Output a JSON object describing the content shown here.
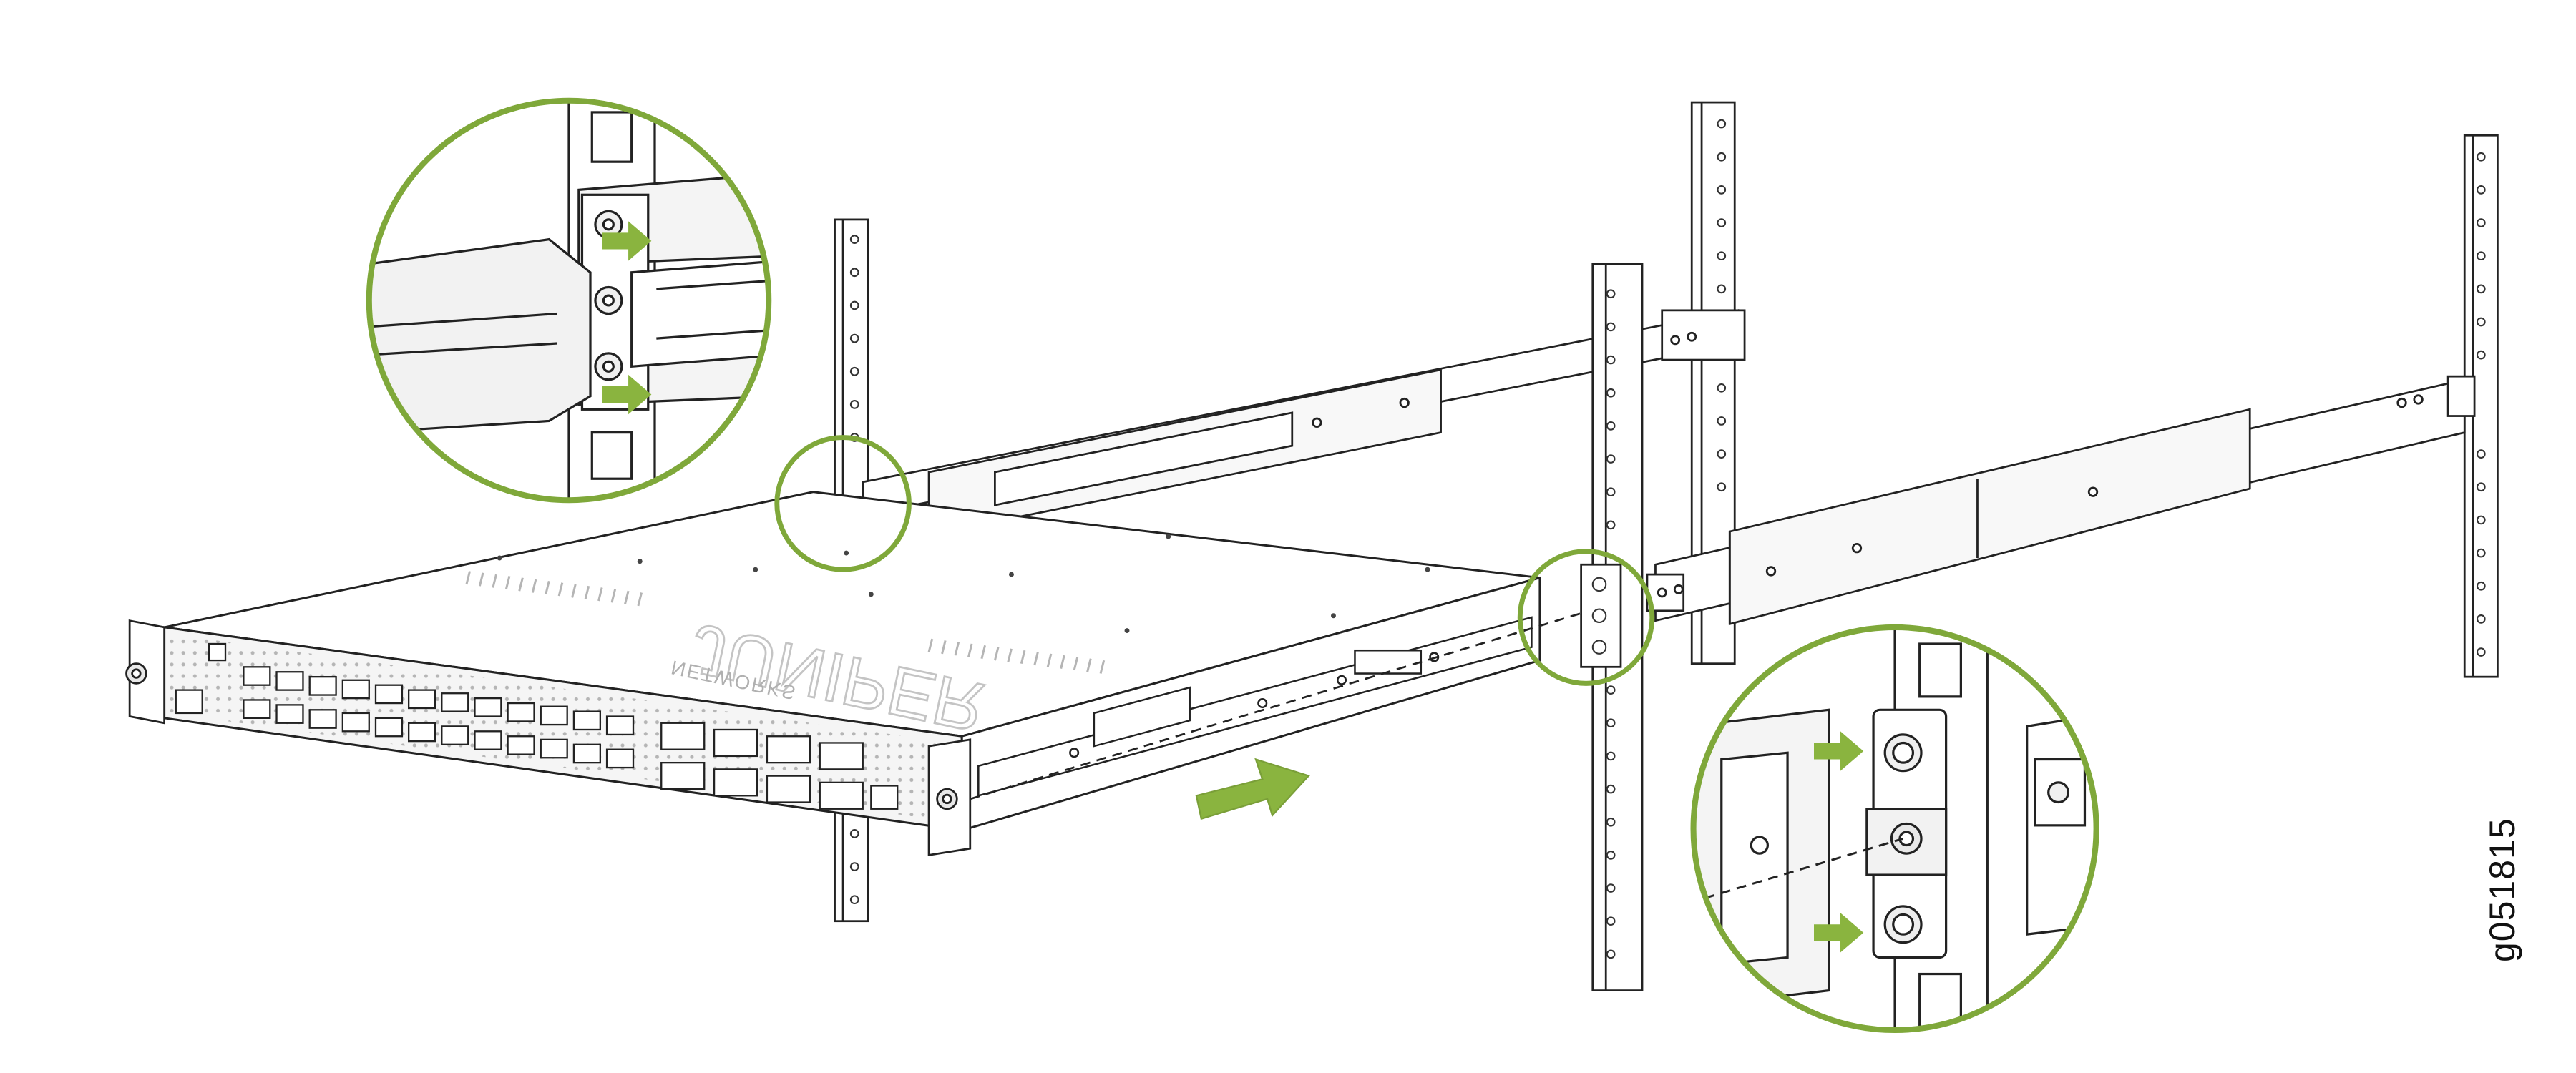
{
  "figure": {
    "id_label": "g051815",
    "brand_text": "JUNIPER",
    "brand_subtext": "NETWORKS",
    "colors": {
      "accent": "#7fa83a",
      "arrow": "#8ab43f",
      "line": "#222222",
      "panel_fill": "#f7f7f7",
      "post_fill": "#ffffff"
    }
  }
}
